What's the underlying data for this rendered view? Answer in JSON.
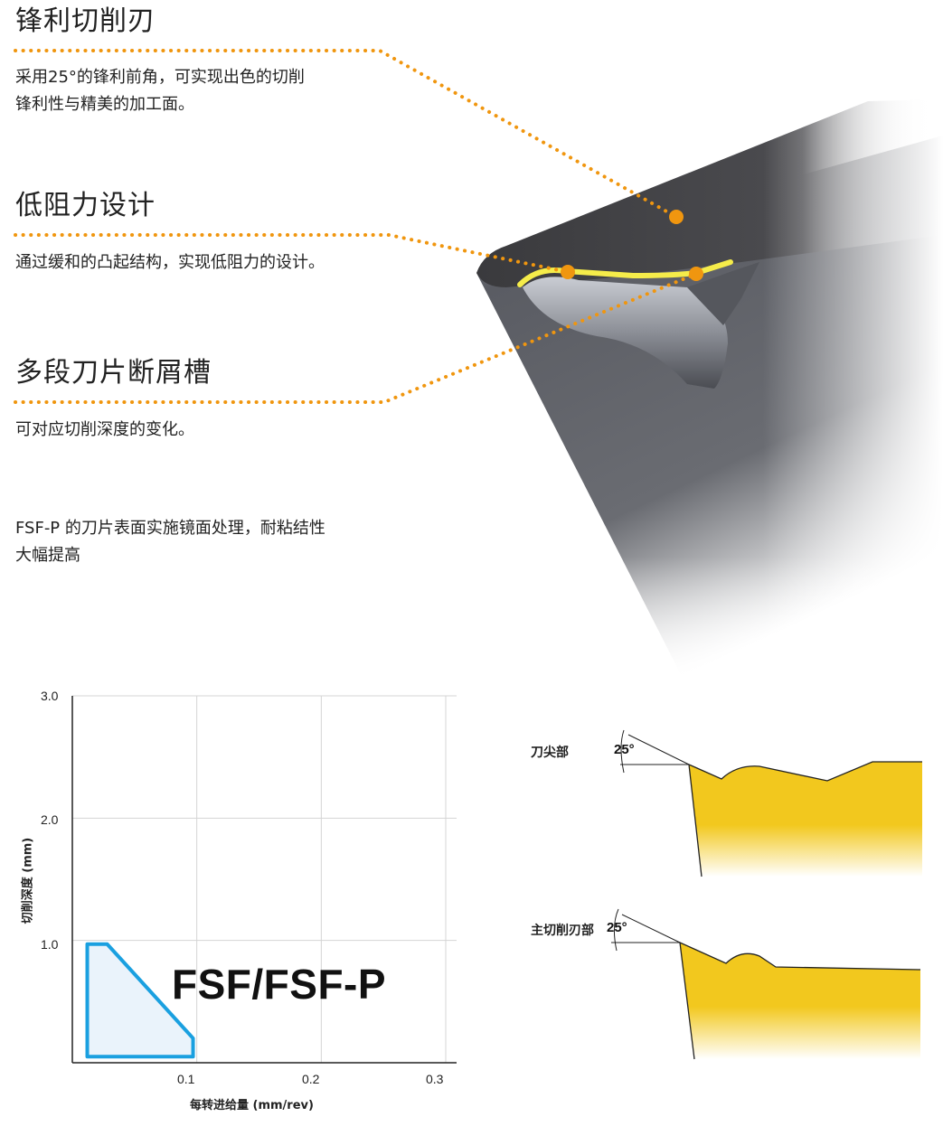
{
  "features": [
    {
      "title": "锋利切削刃",
      "lines": [
        "采用25°的锋利前角，可实现出色的切削",
        "锋利性与精美的加工面。"
      ]
    },
    {
      "title": "低阻力设计",
      "lines": [
        "通过缓和的凸起结构，实现低阻力的设计。"
      ]
    },
    {
      "title": "多段刀片断屑槽",
      "lines": [
        "可对应切削深度的变化。"
      ]
    }
  ],
  "note": {
    "lines": [
      "FSF-P 的刀片表面实施镜面处理，耐粘结性",
      "大幅提高"
    ]
  },
  "colors": {
    "accent_orange": "#f0960f",
    "blade_yellow": "#f2c81e",
    "region_outline": "#1aa0e0",
    "region_fill": "#eaf3fb"
  },
  "chart_data": {
    "type": "area",
    "title": "FSF/FSF-P",
    "xlabel": "每转进给量 (mm/rev)",
    "ylabel": "切削深度 (mm)",
    "xlim": [
      0,
      0.3
    ],
    "ylim": [
      0,
      3.0
    ],
    "x_ticks": [
      "0.1",
      "0.2",
      "0.3"
    ],
    "y_ticks": [
      "1.0",
      "2.0",
      "3.0"
    ],
    "grid": true,
    "region": [
      {
        "x": 0.012,
        "y": 0.05
      },
      {
        "x": 0.012,
        "y": 0.97
      },
      {
        "x": 0.028,
        "y": 0.97
      },
      {
        "x": 0.097,
        "y": 0.2
      },
      {
        "x": 0.097,
        "y": 0.05
      }
    ]
  },
  "profiles": [
    {
      "label": "刀尖部",
      "angle": "25°"
    },
    {
      "label": "主切削刃部",
      "angle": "25°"
    }
  ]
}
